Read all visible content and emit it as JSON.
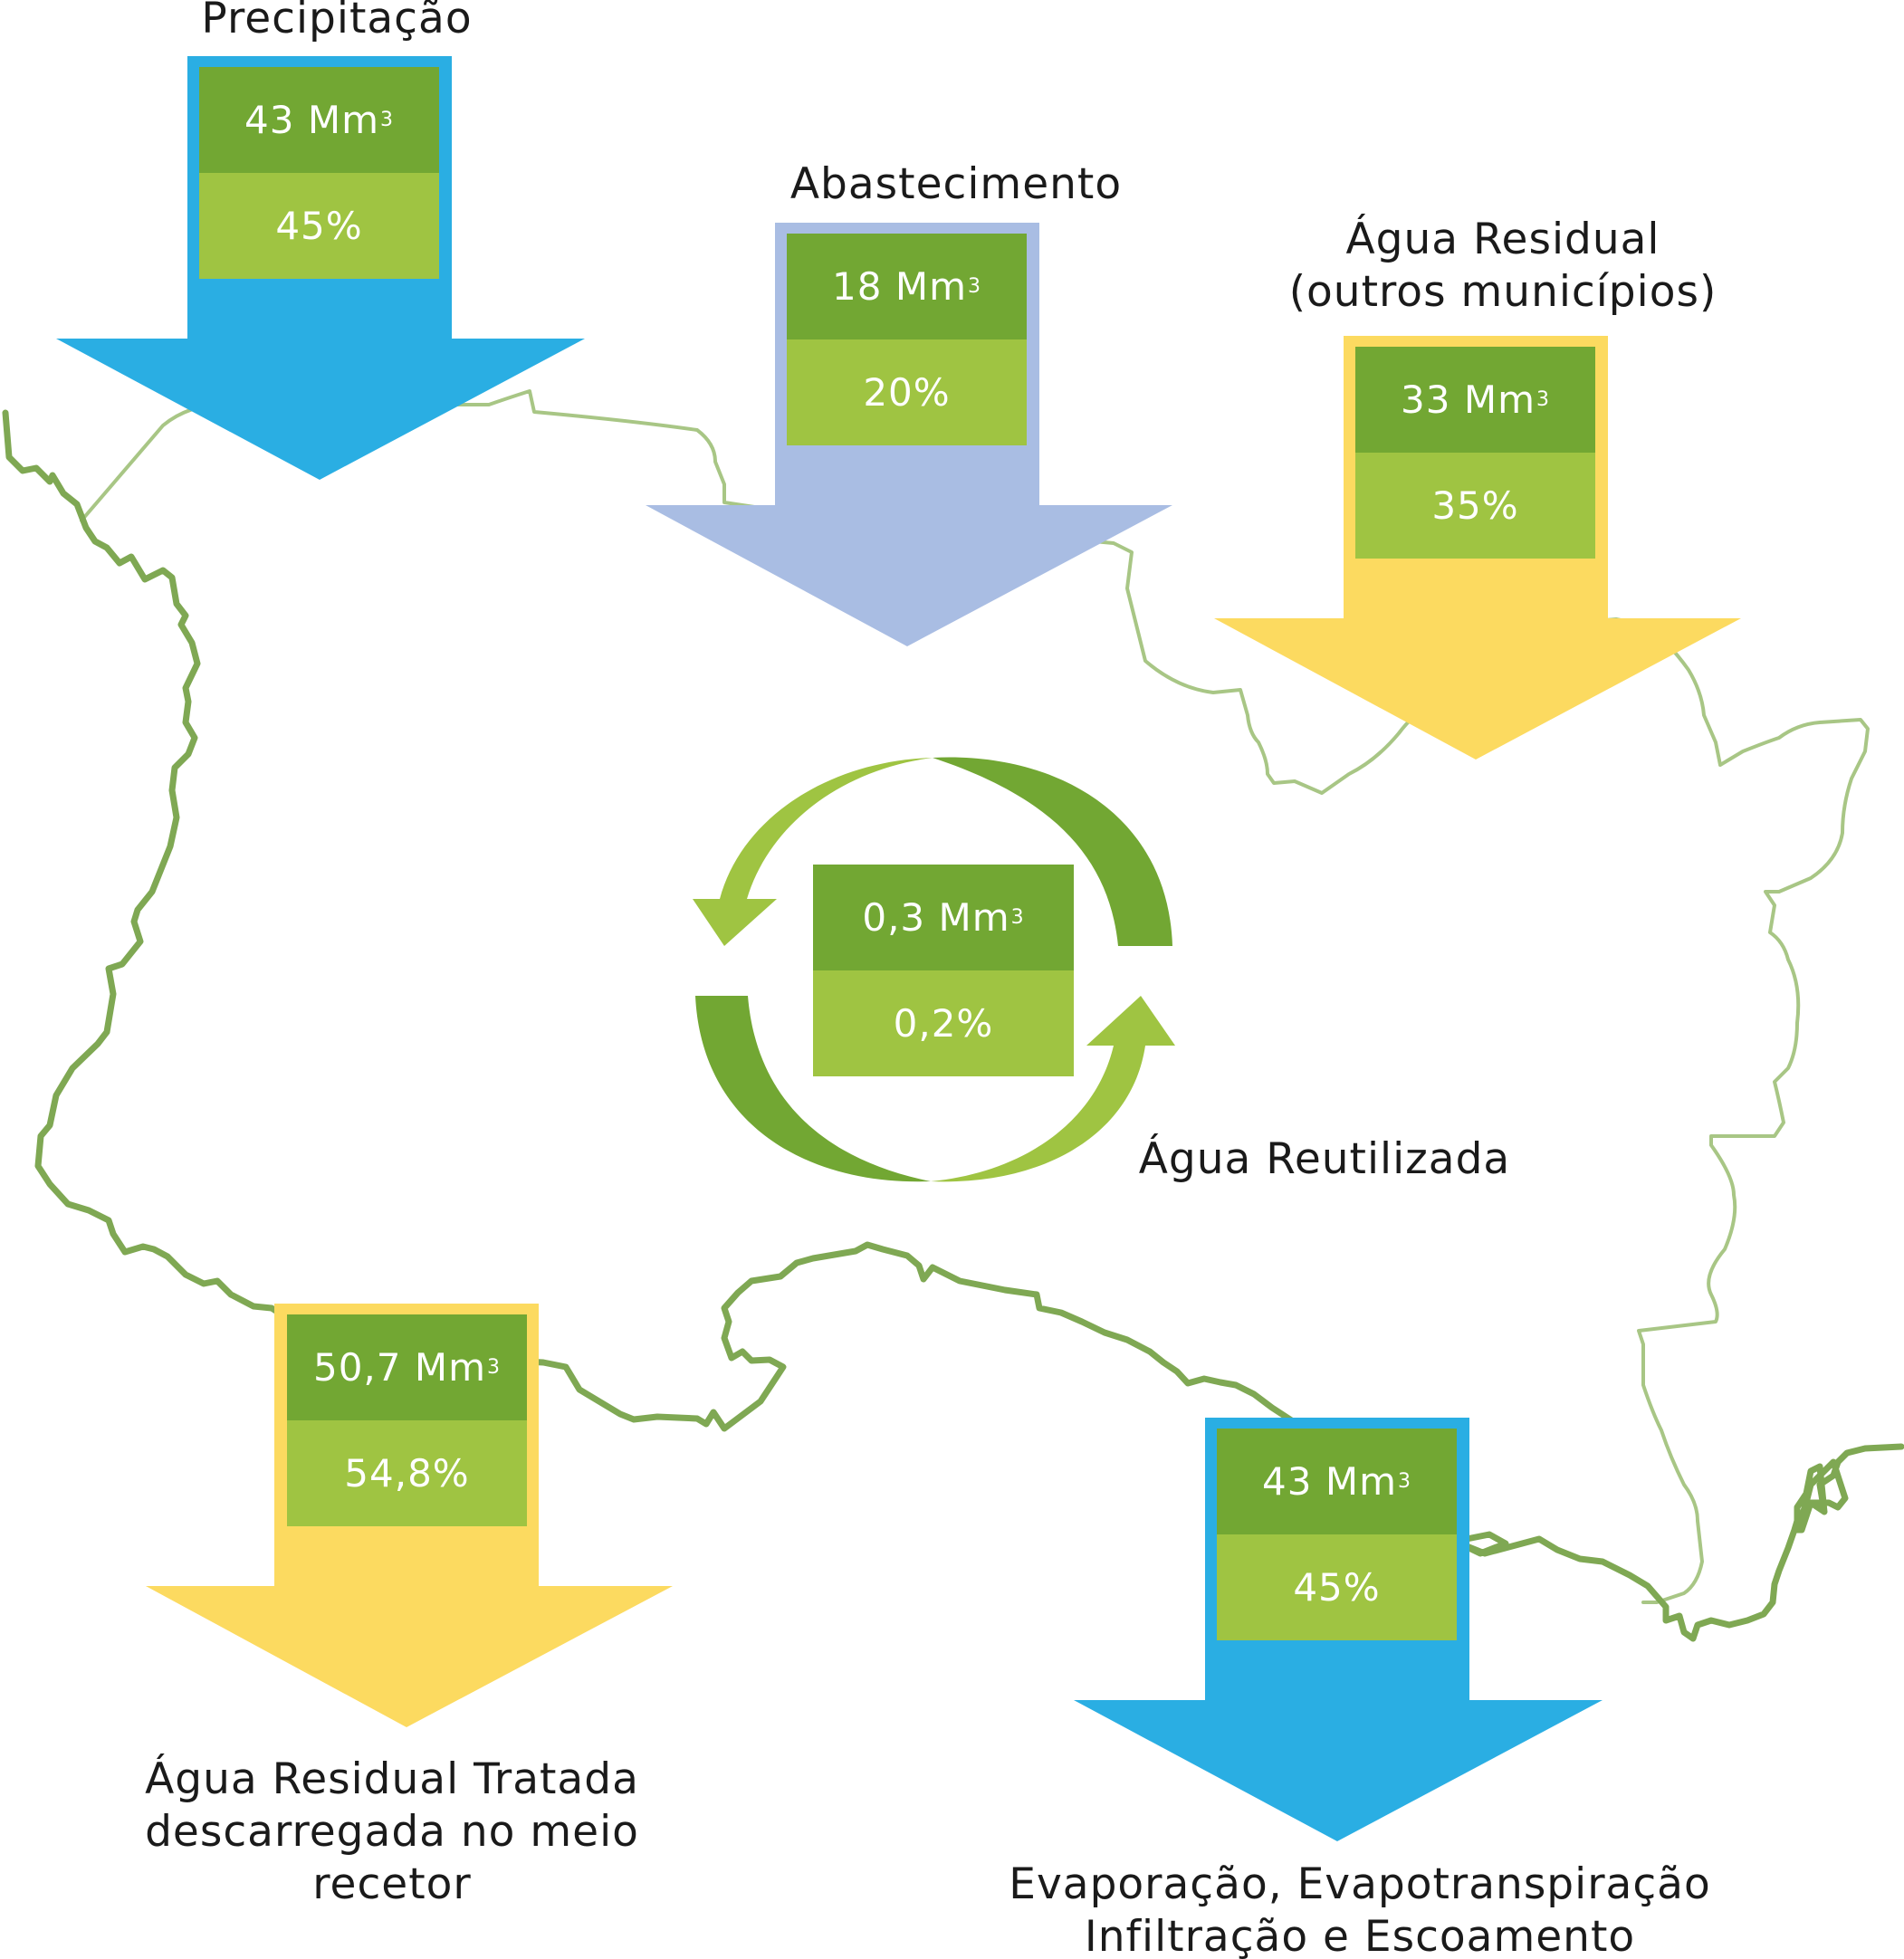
{
  "colors": {
    "dark_green": "#72a733",
    "light_green": "#9fc442",
    "blue": "#2aaee3",
    "lavender": "#a9bde3",
    "yellow": "#fcda60",
    "map_outline": "#7fa853",
    "map_outline_light": "#a8c685",
    "text": "#1a1a1a"
  },
  "unit": {
    "text": "Mm",
    "superscript": "3"
  },
  "flows": [
    {
      "id": "precipitacao",
      "direction": "in",
      "color": "blue",
      "value": "43",
      "percent": "45%",
      "caption_lines": [
        "Precipitação"
      ]
    },
    {
      "id": "abastecimento",
      "direction": "in",
      "color": "lavender",
      "value": "18",
      "percent": "20%",
      "caption_lines": [
        "Abastecimento"
      ]
    },
    {
      "id": "agua-residual-outros",
      "direction": "in",
      "color": "yellow",
      "value": "33",
      "percent": "35%",
      "caption_lines": [
        "Água Residual",
        "(outros municípios)"
      ]
    },
    {
      "id": "agua-residual-tratada",
      "direction": "out",
      "color": "yellow",
      "value": "50,7",
      "percent": "54,8%",
      "caption_lines": [
        "Água Residual Tratada",
        "descarregada no meio",
        "recetor"
      ]
    },
    {
      "id": "evaporacao",
      "direction": "out",
      "color": "blue",
      "value": "43",
      "percent": "45%",
      "caption_lines": [
        "Evaporação, Evapotranspiração",
        "Infiltração e Escoamento"
      ]
    }
  ],
  "reuse": {
    "value": "0,3",
    "percent": "0,2%",
    "caption_lines": [
      "Água Reutilizada"
    ]
  }
}
